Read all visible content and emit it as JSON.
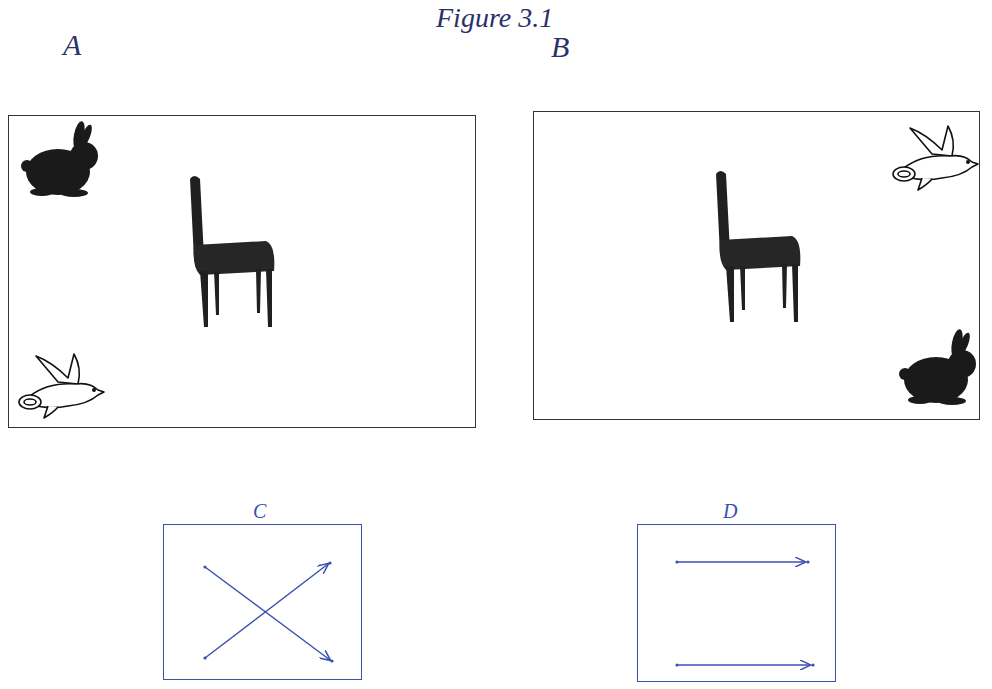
{
  "diagram": {
    "title": "Figure 3.1",
    "nodes": [
      {
        "text": [
          "A"
        ]
      },
      {
        "text": [
          "B"
        ]
      },
      {
        "text": [
          "C"
        ]
      },
      {
        "text": [
          "D"
        ]
      }
    ]
  }
}
